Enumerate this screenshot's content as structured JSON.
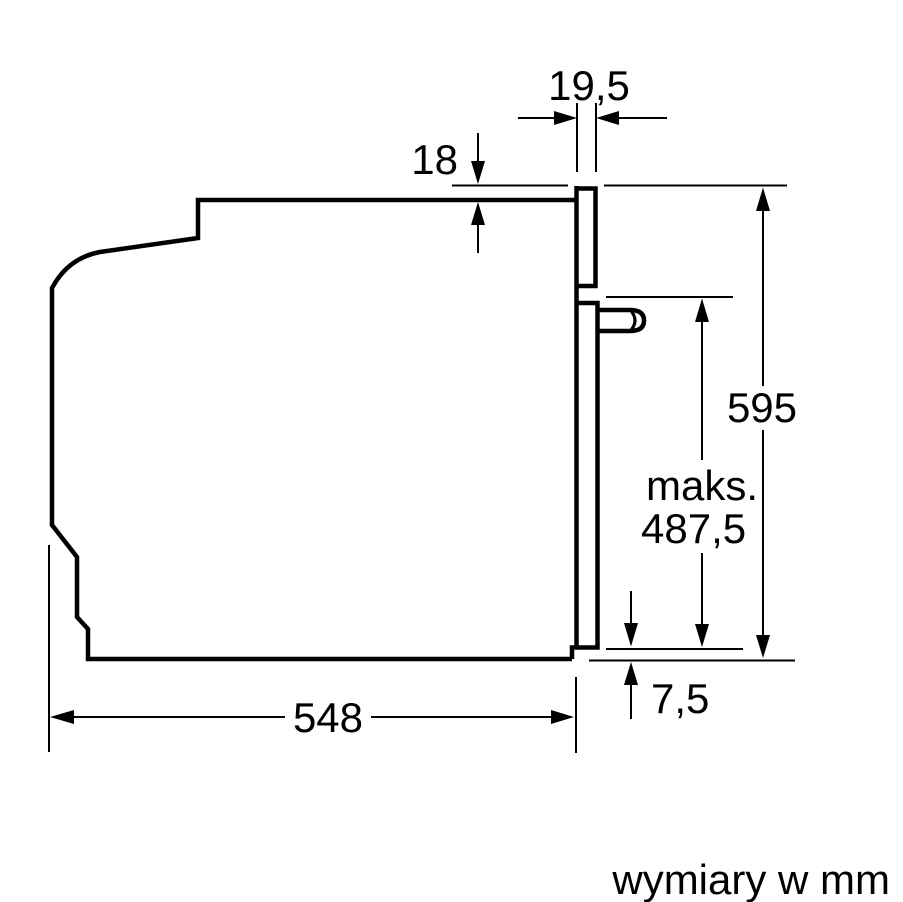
{
  "drawing": {
    "type": "technical-dimension-drawing",
    "subject": "built-in oven side view",
    "caption": "wymiary w mm",
    "unit": "mm",
    "dimensions": {
      "front_frame_width": "19,5",
      "top_offset": "18",
      "front_height": "595",
      "max_label": "maks.",
      "max_value": "487,5",
      "bottom_gap": "7,5",
      "body_depth": "548"
    },
    "colors": {
      "line": "#000000",
      "background": "#ffffff"
    }
  }
}
